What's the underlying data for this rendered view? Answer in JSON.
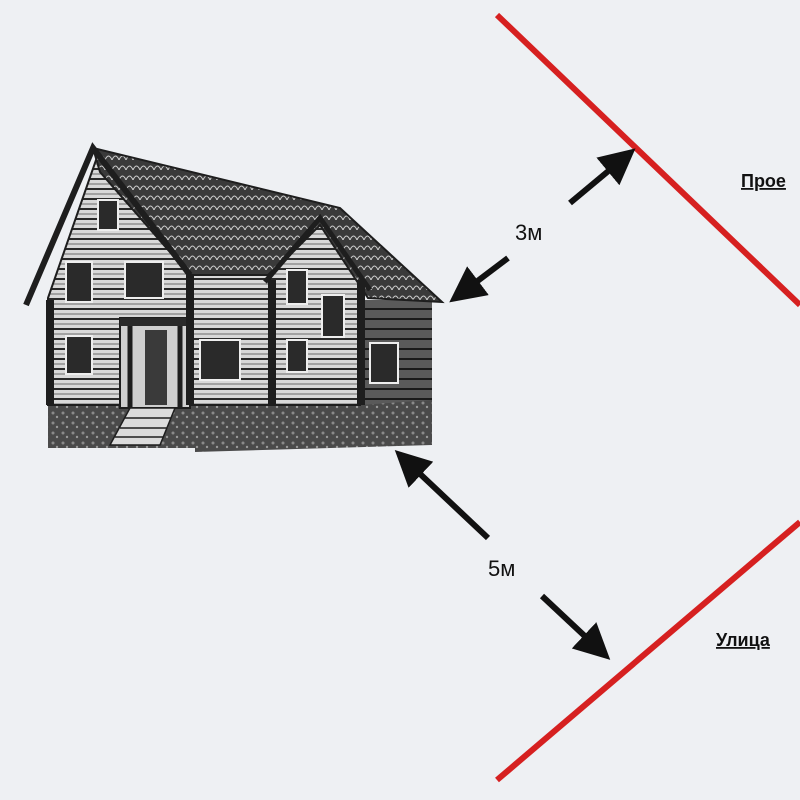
{
  "colors": {
    "background": "#eef0f3",
    "boundary": "#d62020",
    "arrow": "#111111",
    "house": "#1e1e1e"
  },
  "icons": {
    "house": "log-house-illustration"
  },
  "labels": {
    "top_boundary": "Прое",
    "bottom_boundary": "Улица"
  },
  "dimensions": {
    "to_passage": "3м",
    "to_street": "5м"
  }
}
